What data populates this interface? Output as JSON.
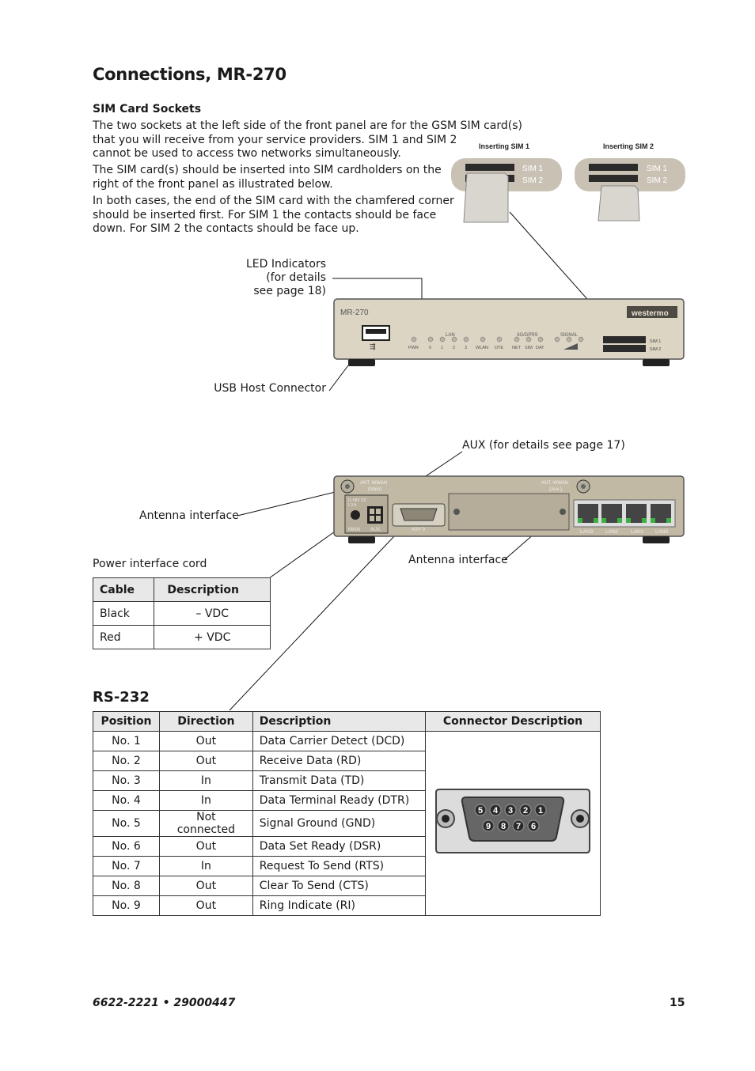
{
  "page": {
    "title": "Connections, MR-270",
    "sim_heading": "SIM Card Sockets",
    "paragraphs": [
      "The two sockets at the left side of the front panel are for the GSM SIM card(s) that you will receive from your service providers. SIM 1 and SIM 2 cannot be used to access two networks simultaneously.",
      "The SIM card(s) should be inserted into SIM cardholders on the right of the front panel as illustrated below.",
      "In both cases, the end of the SIM card with the chamfered corner should be inserted first. For SIM 1 the contacts should be face down. For SIM 2 the contacts should be face up."
    ],
    "para_lines": [
      [
        "The two sockets at the left side of the front panel are for the GSM SIM card(s)",
        "that you will receive from your service providers. SIM 1 and SIM 2",
        "cannot be used to access two networks simultaneously."
      ],
      [
        "The SIM card(s) should be inserted into SIM cardholders on the",
        "right of the front panel as illustrated below."
      ],
      [
        "In both cases, the end of the SIM card with the chamfered corner",
        "should be inserted first. For SIM 1 the contacts should be face",
        "down. For SIM 2 the contacts should be face up."
      ]
    ]
  },
  "sim_figure": {
    "inserting_sim1": "Inserting SIM 1",
    "inserting_sim2": "Inserting SIM 2",
    "sim1": "SIM 1",
    "sim2": "SIM 2"
  },
  "front_panel": {
    "model": "MR-270",
    "brand": "westermo",
    "led_group_lan": "LAN",
    "led_group_3g": "3G/GPRS",
    "led_group_signal": "SIGNAL",
    "leds": [
      "PWR",
      "0",
      "1",
      "2",
      "3",
      "WLAN",
      "DTE",
      "NET",
      "SIM",
      "DAT"
    ],
    "sim_slots": [
      "SIM 1",
      "SIM 2"
    ]
  },
  "callouts": {
    "led_indicators": [
      "LED Indicators",
      "(for details",
      "see page 18)"
    ],
    "usb_host": "USB Host Connector",
    "aux": "AUX (for details see page 17)",
    "antenna_left": "Antenna interface",
    "antenna_right": "Antenna interface",
    "power_cord": "Power interface cord"
  },
  "rear_panel": {
    "ant_main": [
      "ANT. WWAN",
      "(Main)"
    ],
    "ant_aux": [
      "ANT. WWAN",
      "(Aux.)"
    ],
    "power_label": [
      "11-58V DC",
      "1.3 A"
    ],
    "main": "MAIN",
    "aux": "AUX.",
    "asy": "ASY 0",
    "lan_ports": [
      "LAN3",
      "LAN2",
      "LAN1",
      "LAN0"
    ]
  },
  "cable_table": {
    "headers": [
      "Cable",
      "Description"
    ],
    "rows": [
      [
        "Black",
        "– VDC"
      ],
      [
        "Red",
        "+ VDC"
      ]
    ]
  },
  "rs232": {
    "heading": "RS-232",
    "headers": [
      "Position",
      "Direction",
      "Description",
      "Connector Description"
    ],
    "rows": [
      [
        "No. 1",
        "Out",
        "Data Carrier Detect (DCD)"
      ],
      [
        "No. 2",
        "Out",
        "Receive Data (RD)"
      ],
      [
        "No. 3",
        "In",
        "Transmit Data (TD)"
      ],
      [
        "No. 4",
        "In",
        "Data Terminal Ready (DTR)"
      ],
      [
        "No. 5",
        "Not connected",
        "Signal Ground (GND)"
      ],
      [
        "No. 6",
        "Out",
        "Data Set Ready (DSR)"
      ],
      [
        "No. 7",
        "In",
        "Request To Send (RTS)"
      ],
      [
        "No. 8",
        "Out",
        "Clear To Send (CTS)"
      ],
      [
        "No. 9",
        "Out",
        "Ring Indicate (RI)"
      ]
    ],
    "connector_pins_top": [
      "5",
      "4",
      "3",
      "2",
      "1"
    ],
    "connector_pins_bottom": [
      "9",
      "8",
      "7",
      "6"
    ]
  },
  "footer": {
    "doc_number": "6622-2221 • 29000447",
    "page_number": "15"
  }
}
